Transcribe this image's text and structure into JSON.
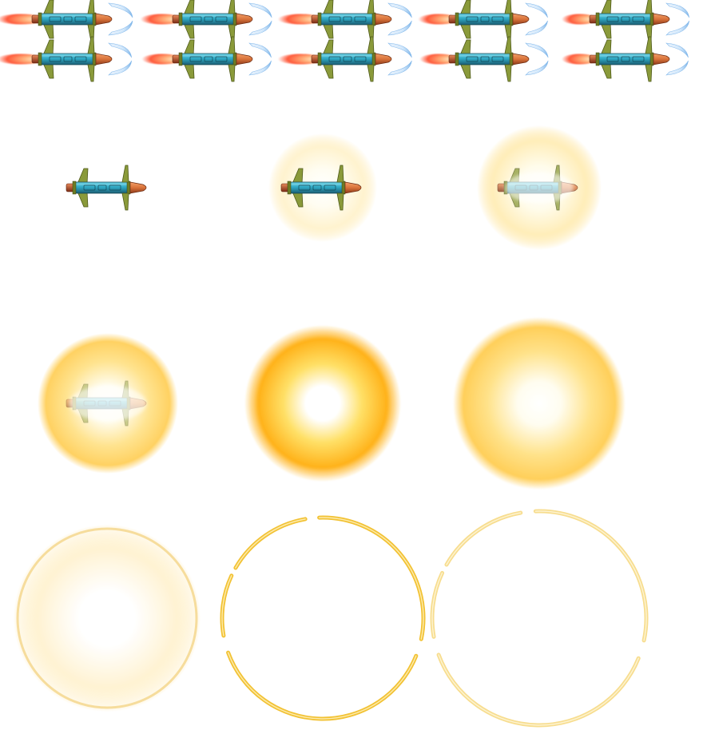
{
  "spritesheet": {
    "flight_frames": [
      {
        "thrust": 1.0,
        "wave": 1.0
      },
      {
        "thrust": 0.9,
        "wave": 0.85
      },
      {
        "thrust": 0.95,
        "wave": 0.95
      },
      {
        "thrust": 0.85,
        "wave": 0.8
      },
      {
        "thrust": 0.75,
        "wave": 0.9
      },
      {
        "thrust": 1.0,
        "wave": 0.9
      },
      {
        "thrust": 0.85,
        "wave": 0.8
      },
      {
        "thrust": 0.95,
        "wave": 0.95
      },
      {
        "thrust": 0.8,
        "wave": 0.85
      },
      {
        "thrust": 0.75,
        "wave": 0.8
      }
    ],
    "explosion_frames": [
      {
        "type": "missile",
        "missile_opacity": 1.0
      },
      {
        "type": "glow",
        "glow_opacity": 0.55,
        "missile_opacity": 1.0
      },
      {
        "type": "glow",
        "glow_opacity": 0.8,
        "missile_opacity": 0.75
      },
      {
        "type": "glow",
        "glow_opacity": 0.95,
        "missile_opacity": 0.45
      },
      {
        "type": "fireball",
        "intensity": 1.0
      },
      {
        "type": "fireball",
        "intensity": 0.8
      },
      {
        "type": "fade",
        "opacity": 0.75
      },
      {
        "type": "ring",
        "opacity": 1.0
      },
      {
        "type": "ring",
        "opacity": 0.55
      }
    ],
    "colors": {
      "flame_outer": "#ff5a3c",
      "flame_inner": "#ffd2a0",
      "body": "#2fa9c4",
      "body_dark": "#1b5e73",
      "fins": "#8a9a3a",
      "nose": "#d9733a",
      "shock_wave": "#9ecbf2",
      "glow": "#ffd86b",
      "fire": "#ffb21a",
      "ring": "#f2c234"
    }
  }
}
